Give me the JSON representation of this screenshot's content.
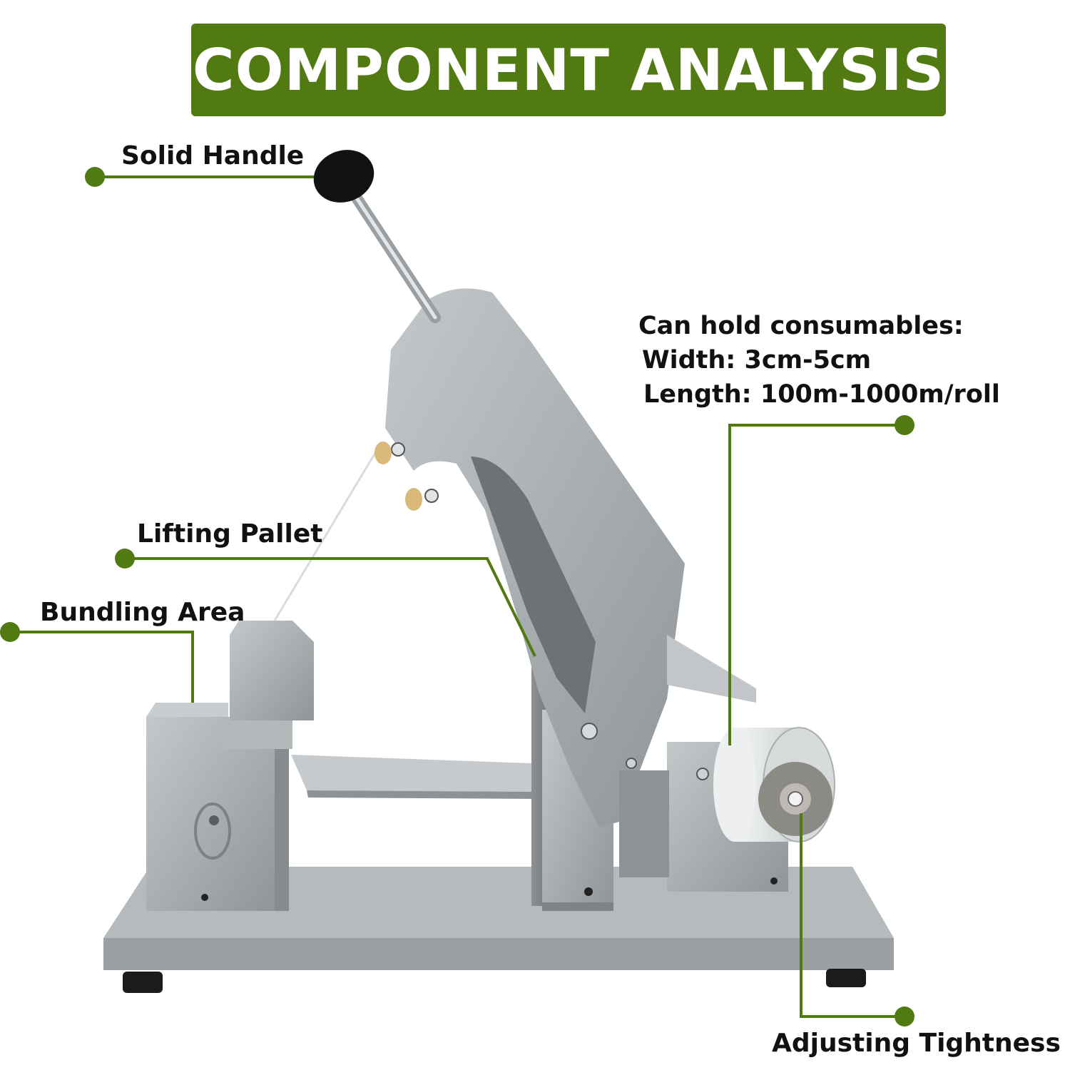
{
  "colors": {
    "accent_green": "#527a12",
    "banner_text": "#ffffff",
    "label_text": "#111111",
    "machine_steel": "#a7acaf"
  },
  "header": {
    "title": "COMPONENT ANALYSIS"
  },
  "labels": {
    "solid_handle": "Solid Handle",
    "lifting_pallet": "Lifting Pallet",
    "bundling_area": "Bundling Area",
    "adjusting_tightness": "Adjusting Tightness"
  },
  "consumables": {
    "heading": "Can hold consumables:",
    "width": "Width: 3cm-5cm",
    "length": "Length: 100m-1000m/roll"
  }
}
